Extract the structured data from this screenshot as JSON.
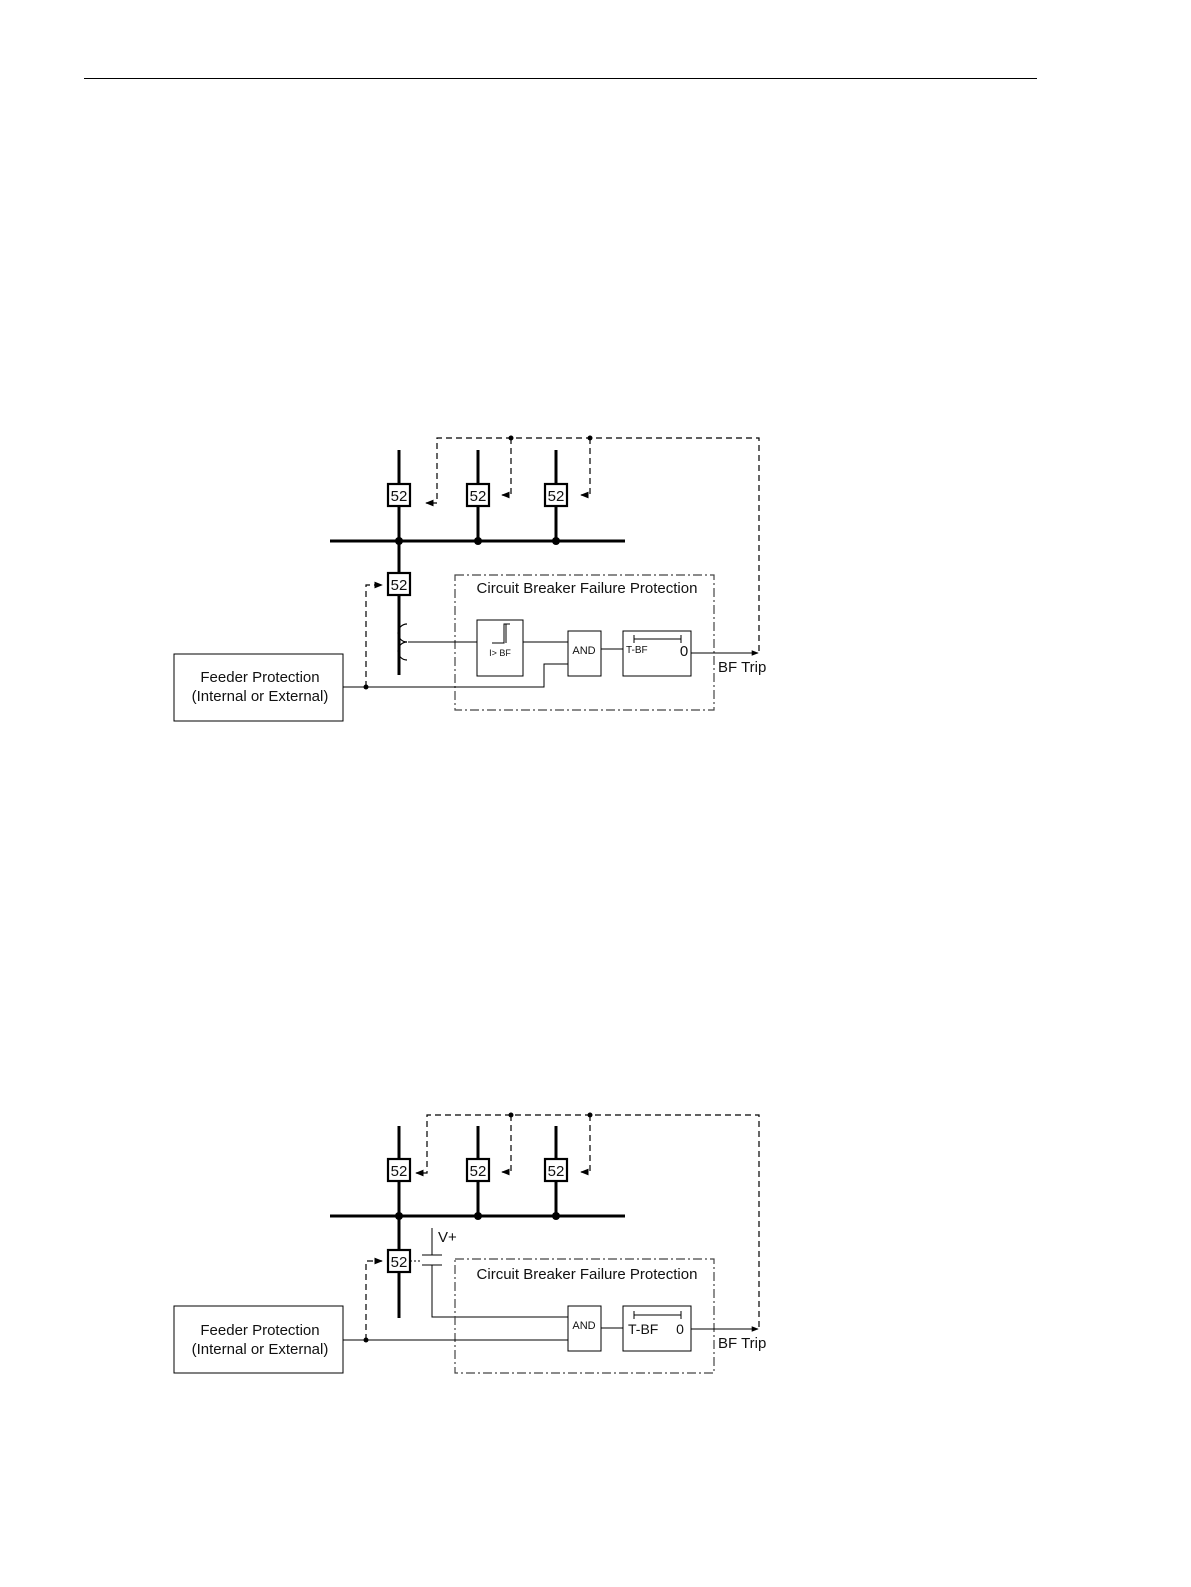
{
  "diagram1": {
    "breaker_labels": [
      "52",
      "52",
      "52",
      "52"
    ],
    "block_title": "Circuit Breaker Failure Protection",
    "feeder_line1": "Feeder Protection",
    "feeder_line2": "(Internal or External)",
    "current_element_label": "I> BF",
    "and_label": "AND",
    "timer_label": "T-BF",
    "timer_zero": "0",
    "output_label": "BF Trip"
  },
  "diagram2": {
    "breaker_labels": [
      "52",
      "52",
      "52",
      "52"
    ],
    "block_title": "Circuit Breaker Failure Protection",
    "feeder_line1": "Feeder Protection",
    "feeder_line2": "(Internal or External)",
    "contact_supply_label": "V+",
    "and_label": "AND",
    "timer_label": "T-BF",
    "timer_zero": "0",
    "output_label": "BF Trip"
  }
}
